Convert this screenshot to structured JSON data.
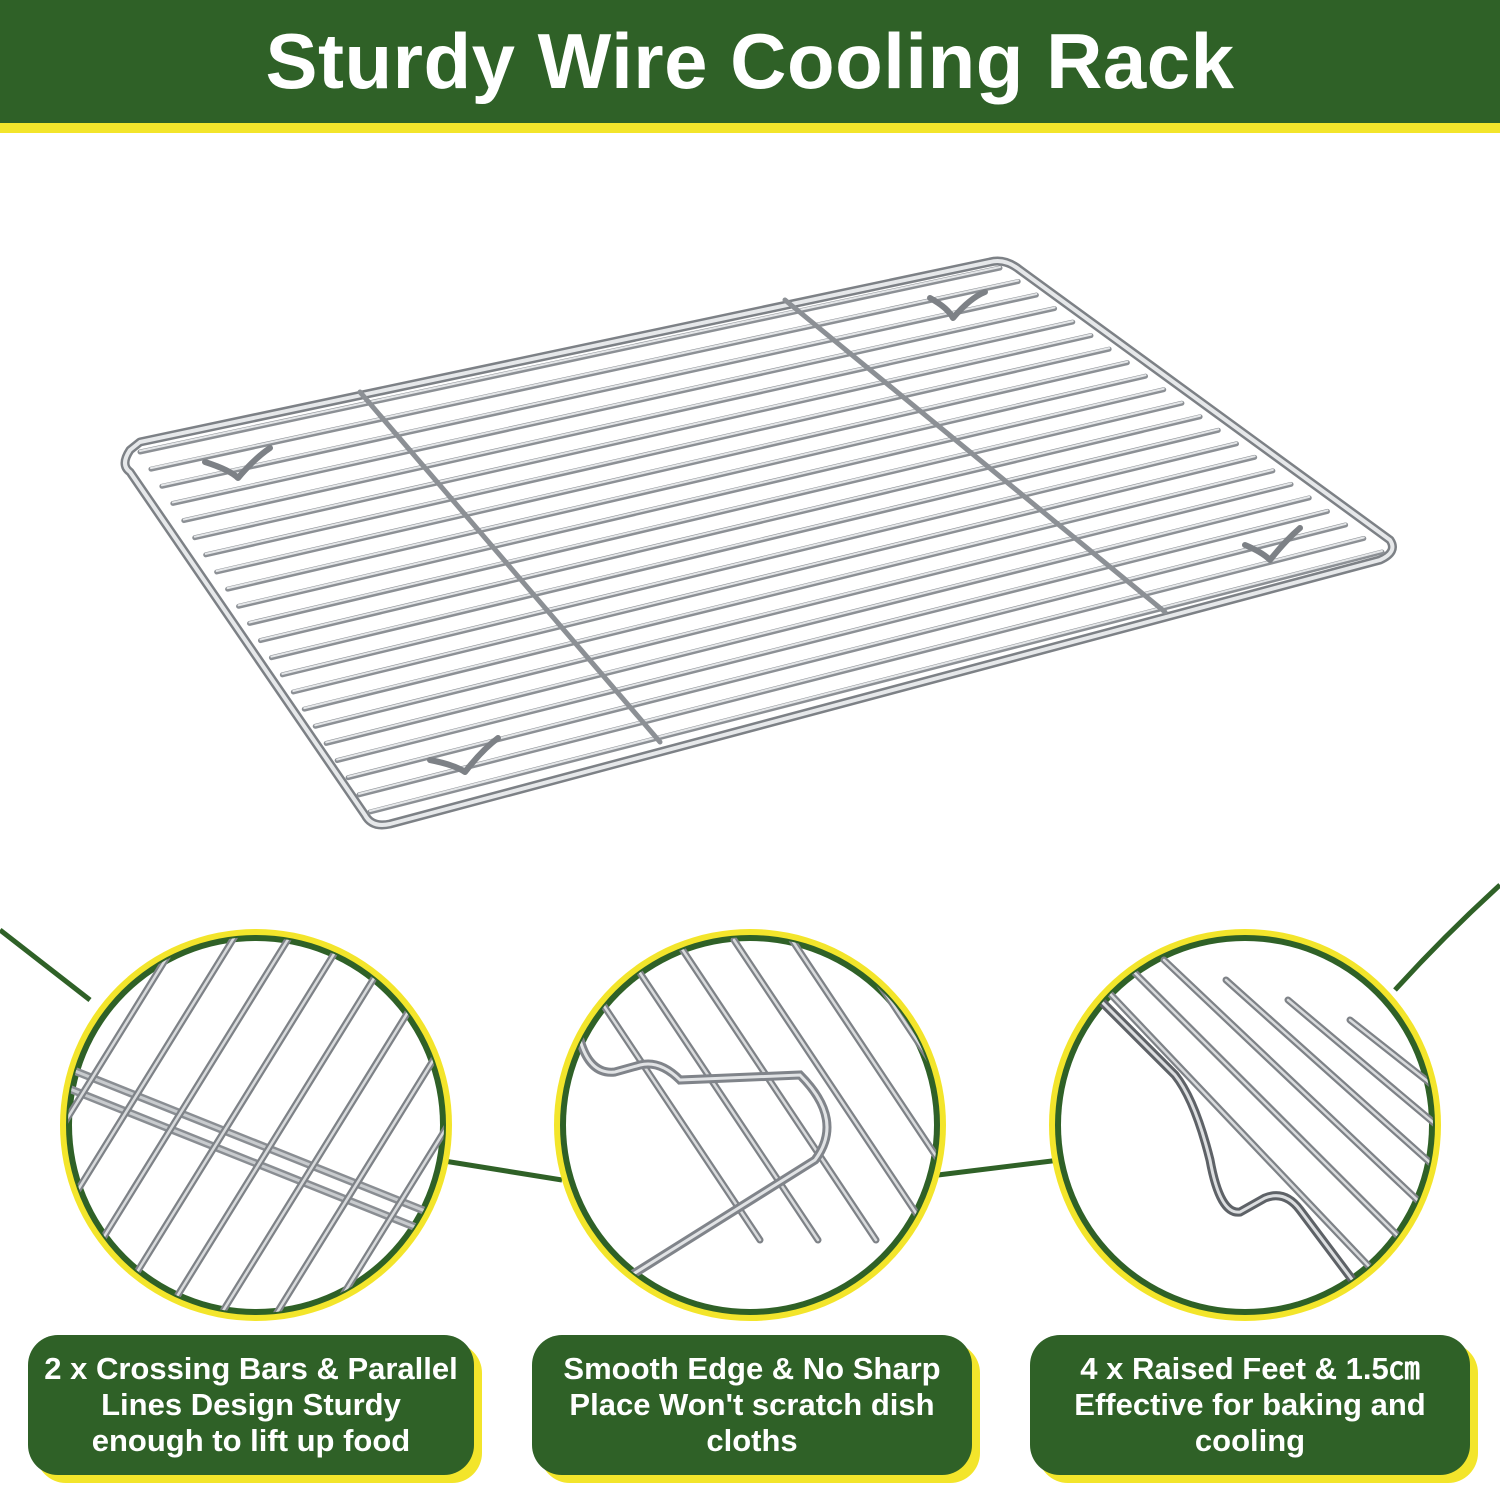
{
  "header": {
    "title": "Sturdy Wire Cooling Rack"
  },
  "product_image": {
    "subject": "stainless steel wire cooling rack",
    "colors": {
      "wire": "#b9bcc0",
      "wire_shadow": "#7d8186"
    }
  },
  "features": [
    {
      "icon": "crossing-bars-closeup",
      "caption": "2 x Crossing Bars & Parallel Lines Design Sturdy enough to lift up food"
    },
    {
      "icon": "smooth-edge-closeup",
      "caption": "Smooth Edge & No Sharp Place Won't scratch dish cloths"
    },
    {
      "icon": "raised-feet-closeup",
      "caption": "4 x Raised Feet &  1.5㎝ Effective for baking and cooling"
    }
  ],
  "colors": {
    "brand_green": "#2f6127",
    "accent_yellow": "#f3e52b",
    "background": "#ffffff"
  }
}
